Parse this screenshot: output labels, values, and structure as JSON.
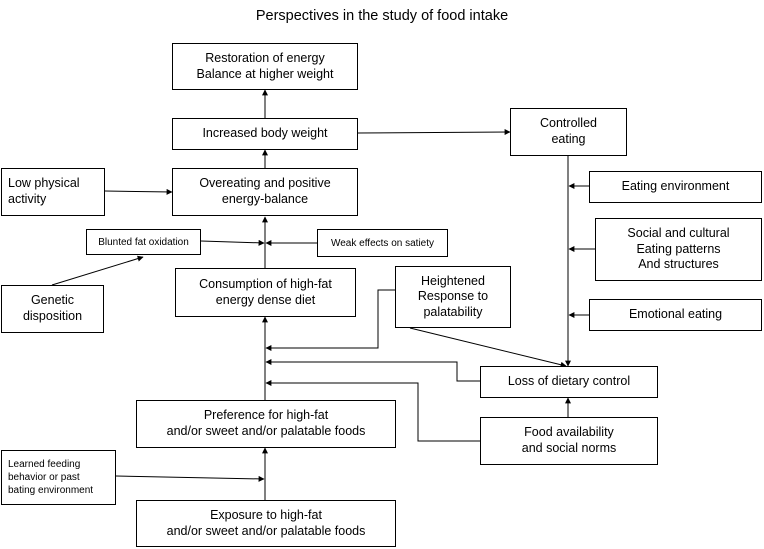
{
  "title": "Perspectives in the study of food intake",
  "boxes": {
    "restoration": "Restoration of energy\nBalance at higher weight",
    "increased_weight": "Increased body weight",
    "controlled_eating": "Controlled\neating",
    "low_activity": "Low physical\nactivity",
    "overeating": "Overeating and positive\nenergy-balance",
    "eating_environment": "Eating environment",
    "blunted_fat": "Blunted fat oxidation",
    "weak_satiety": "Weak effects on satiety",
    "social_cultural": "Social and cultural\nEating patterns\nAnd structures",
    "genetic": "Genetic\ndisposition",
    "consumption": "Consumption of high-fat\nenergy dense diet",
    "heightened": "Heightened\nResponse to\npalatability",
    "emotional": "Emotional eating",
    "loss_control": "Loss of dietary control",
    "preference": "Preference for high-fat\nand/or sweet and/or palatable foods",
    "food_availability": "Food availability\nand social norms",
    "learned": "Learned feeding\nbehavior or past\nbating environment",
    "exposure": "Exposure to high-fat\nand/or sweet and/or palatable foods"
  }
}
